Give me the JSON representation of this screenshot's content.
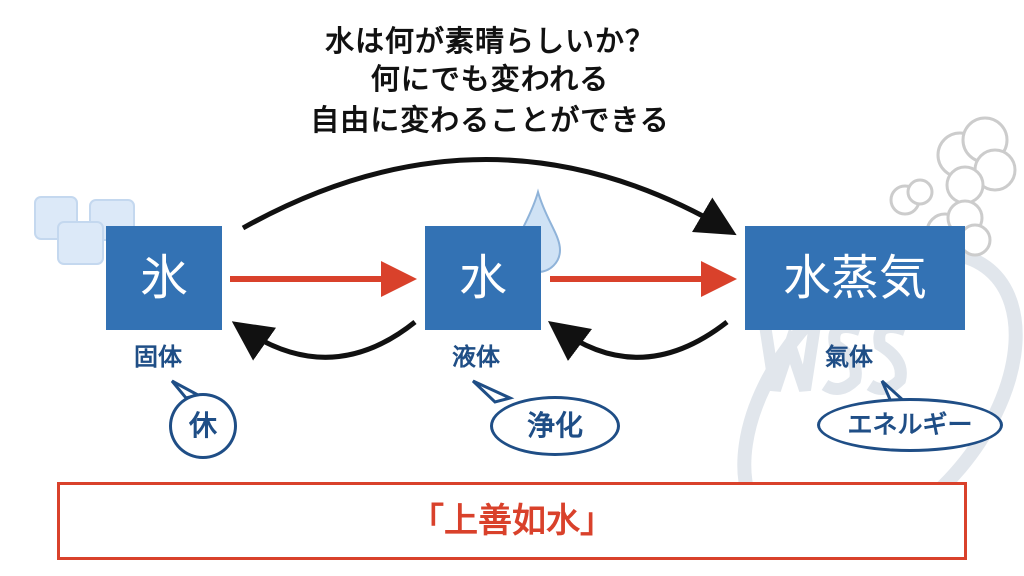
{
  "title_lines": [
    "水は何が素晴らしいか？",
    "何にでも変われる",
    "自由に変わることができる"
  ],
  "states": [
    {
      "box": "氷",
      "label": "固体",
      "bubble": "休"
    },
    {
      "box": "水",
      "label": "液体",
      "bubble": "浄化"
    },
    {
      "box": "水蒸気",
      "label": "氣体",
      "bubble": "エネルギー"
    }
  ],
  "motto": "「上善如水」",
  "watermark": "WSS",
  "colors": {
    "box": "#3372b4",
    "label": "#1f4e86",
    "accent": "#d9412b"
  }
}
